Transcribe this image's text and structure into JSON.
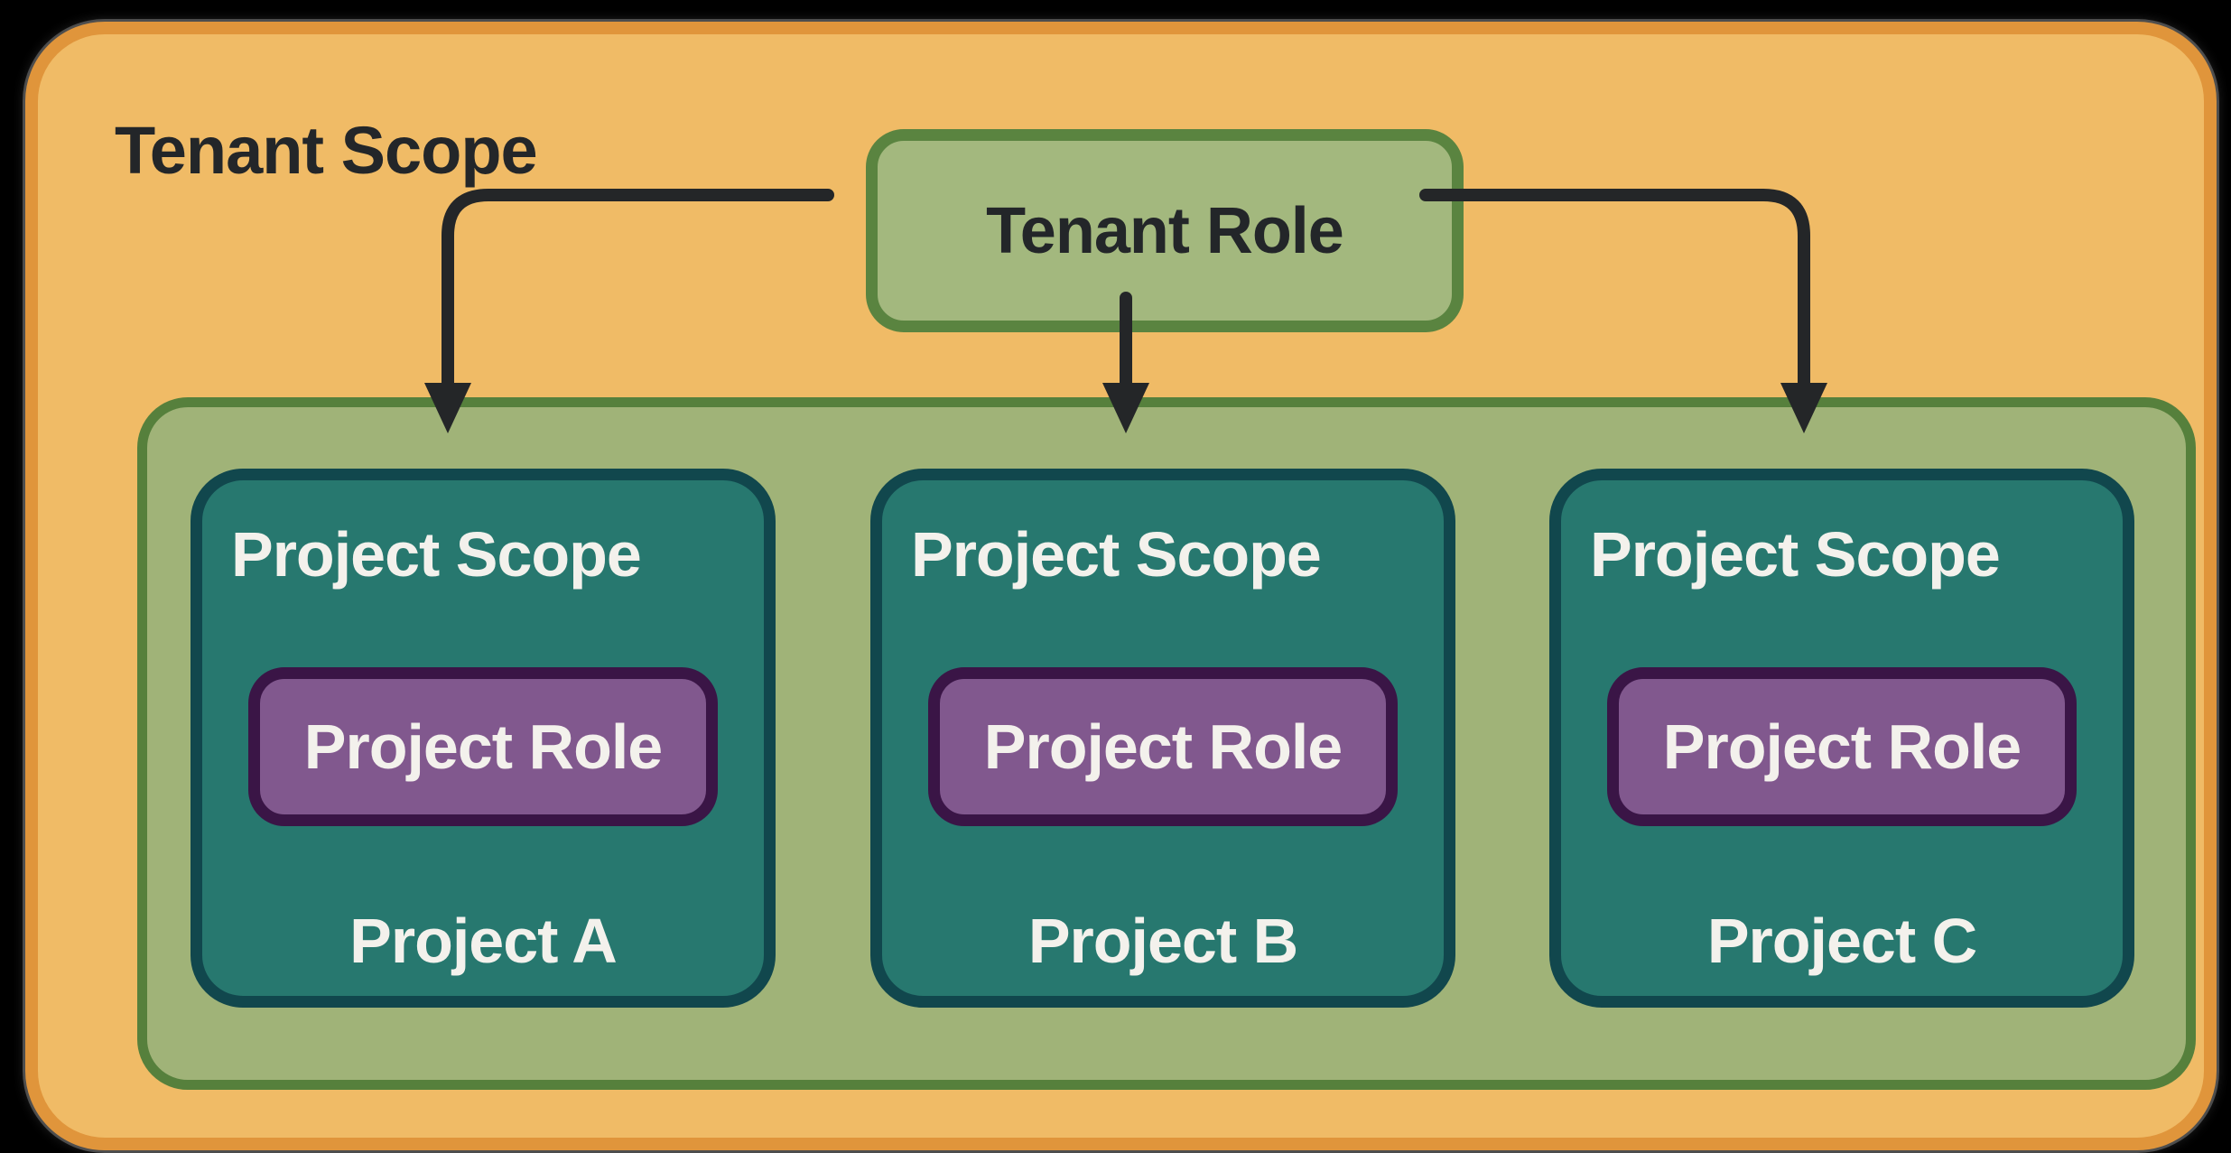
{
  "diagram": {
    "tenant_scope": {
      "label": "Tenant Scope"
    },
    "tenant_role": {
      "label": "Tenant Role"
    },
    "projects": [
      {
        "scope_label": "Project Scope",
        "role_label": "Project Role",
        "name": "Project A"
      },
      {
        "scope_label": "Project Scope",
        "role_label": "Project Role",
        "name": "Project B"
      },
      {
        "scope_label": "Project Scope",
        "role_label": "Project Role",
        "name": "Project C"
      }
    ]
  },
  "palette": {
    "canvas_bg": "#000000",
    "tenant_fill": "#F0BB66",
    "tenant_border": "#E0953B",
    "container_fill": "#A0B378",
    "container_border": "#56803C",
    "tenant_role_fill": "#A3B87E",
    "tenant_role_border": "#5A8440",
    "project_fill": "#27786F",
    "project_border": "#11474D",
    "role_fill": "#81588E",
    "role_border": "#3A1546",
    "arrow": "#242628",
    "text_dark": "#232629",
    "text_light": "#F3F1EC"
  }
}
